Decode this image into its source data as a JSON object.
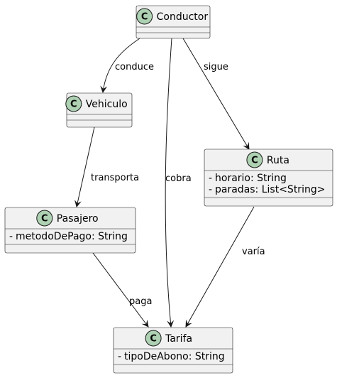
{
  "classes": [
    {
      "id": "conductor",
      "name": "Conductor",
      "members": []
    },
    {
      "id": "vehiculo",
      "name": "Vehiculo",
      "members": []
    },
    {
      "id": "ruta",
      "name": "Ruta",
      "members": [
        {
          "visibility": "-",
          "text": "horario: String"
        },
        {
          "visibility": "-",
          "text": "paradas: List<String>"
        }
      ]
    },
    {
      "id": "pasajero",
      "name": "Pasajero",
      "members": [
        {
          "visibility": "-",
          "text": "metodoDePago: String"
        }
      ]
    },
    {
      "id": "tarifa",
      "name": "Tarifa",
      "members": [
        {
          "visibility": "-",
          "text": "tipoDeAbono: String"
        }
      ]
    }
  ],
  "stereotype_letter": "C",
  "relations": [
    {
      "from": "conductor",
      "to": "vehiculo",
      "label": "conduce"
    },
    {
      "from": "conductor",
      "to": "ruta",
      "label": "sigue"
    },
    {
      "from": "conductor",
      "to": "tarifa",
      "label": "cobra"
    },
    {
      "from": "vehiculo",
      "to": "pasajero",
      "label": "transporta"
    },
    {
      "from": "ruta",
      "to": "tarifa",
      "label": "varía"
    },
    {
      "from": "pasajero",
      "to": "tarifa",
      "label": "paga"
    }
  ],
  "colors": {
    "class_fill": "#f1f1f1",
    "class_border": "#181818",
    "badge_fill": "#add1b2",
    "edge": "#181818"
  }
}
